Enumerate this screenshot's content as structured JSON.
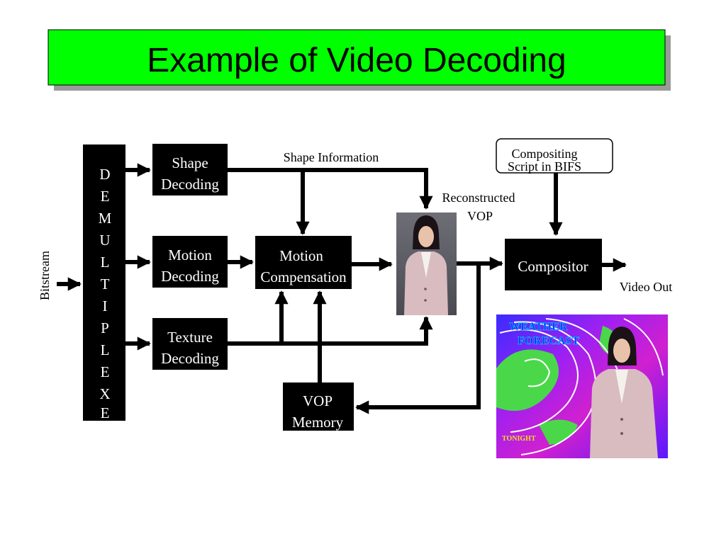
{
  "title": "Example of Video Decoding",
  "colors": {
    "title_bg": "#00ff00",
    "title_shadow": "#9a9a9a",
    "block_fill": "#000000",
    "block_text": "#ffffff",
    "arrow": "#000000"
  },
  "inputs": {
    "bitstream": "Bitstream"
  },
  "demux": {
    "letters": [
      "D",
      "E",
      "M",
      "U",
      "L",
      "T",
      "I",
      "P",
      "L",
      "E",
      "X",
      "E"
    ]
  },
  "blocks": {
    "shape_decoding": [
      "Shape",
      "Decoding"
    ],
    "motion_decoding": [
      "Motion",
      "Decoding"
    ],
    "texture_decoding": [
      "Texture",
      "Decoding"
    ],
    "motion_compensation": [
      "Motion",
      "Compensation"
    ],
    "vop_memory": [
      "VOP",
      "Memory"
    ],
    "compositor": "Compositor"
  },
  "labels": {
    "shape_information": "Shape Information",
    "reconstructed_vop": [
      "Reconstructed",
      "VOP"
    ],
    "compositing_script": [
      "Compositing",
      "Script in BIFS"
    ],
    "video_out": "Video Out"
  },
  "images": {
    "vop_frame": "reconstructed-vop-image",
    "output_frame": "weather-forecast-image",
    "weather_title": [
      "WEATHER",
      "FORECAST"
    ],
    "tonight": "TONIGHT"
  }
}
